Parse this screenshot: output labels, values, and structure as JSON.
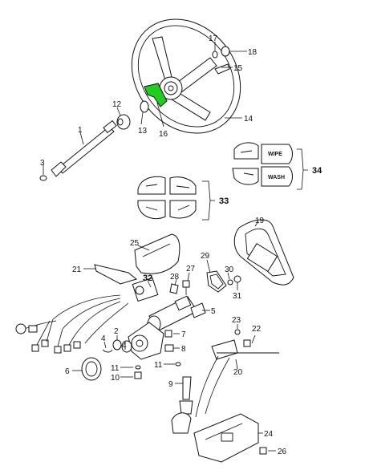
{
  "diagram": {
    "callouts": {
      "c1": "1",
      "c3": "3",
      "c4a": "4",
      "c4b": "4",
      "c2": "2",
      "c5": "5",
      "c6": "6",
      "c7": "7",
      "c8": "8",
      "c9": "9",
      "c10": "10",
      "c11a": "11",
      "c11b": "11",
      "c12": "12",
      "c13": "13",
      "c14": "14",
      "c15": "15",
      "c16": "16",
      "c17": "17",
      "c18": "18",
      "c19": "19",
      "c20": "20",
      "c21": "21",
      "c22": "22",
      "c23": "23",
      "c24": "24",
      "c25": "25",
      "c26": "26",
      "c27": "27",
      "c28": "28",
      "c29": "29",
      "c30": "30",
      "c31": "31",
      "c32": "32",
      "c33": "33",
      "c34": "34"
    },
    "switch_labels": {
      "wipe": "WIPE",
      "wash": "WASH"
    },
    "highlight_color": "#22cc22"
  }
}
